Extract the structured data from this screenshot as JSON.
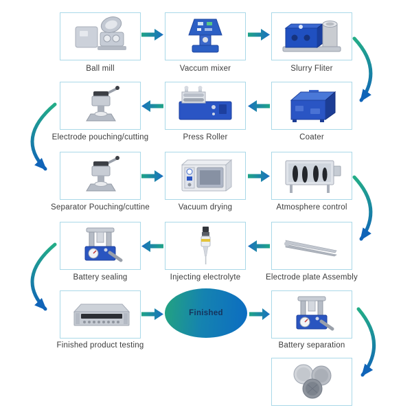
{
  "diagram": {
    "description": "Coin cell battery lab production process flow",
    "finished_label": "Finished"
  },
  "colors": {
    "box_border": "#a9d8e8",
    "label_text": "#3b3b3b",
    "arrow_teal": "#1fa487",
    "arrow_blue": "#1568bd",
    "blob_gradient_start": "#23a37f",
    "blob_gradient_end": "#0c6cc2",
    "blob_text": "#16335c"
  },
  "stations": [
    {
      "id": "ball-mill",
      "label": "Ball mill"
    },
    {
      "id": "vacuum-mixer",
      "label": "Vaccum mixer"
    },
    {
      "id": "slurry-filter",
      "label": "Slurry Fliter"
    },
    {
      "id": "electrode-punching-cutting",
      "label": "Electrode pouching/cutting"
    },
    {
      "id": "press-roller",
      "label": "Press Roller"
    },
    {
      "id": "coater",
      "label": "Coater"
    },
    {
      "id": "separator-punching-cutting",
      "label": "Separator Pouching/cuttine"
    },
    {
      "id": "vacuum-drying",
      "label": "Vacuum drying"
    },
    {
      "id": "atmosphere-control",
      "label": "Atmosphere control"
    },
    {
      "id": "battery-sealing",
      "label": "Battery sealing"
    },
    {
      "id": "injecting-electrolyte",
      "label": "Injecting electrolyte"
    },
    {
      "id": "electrode-plate-assembly",
      "label": "Electrode  plate Assembly"
    },
    {
      "id": "finished-product-testing",
      "label": "Finished product testing"
    },
    {
      "id": "battery-separation",
      "label": "Battery separation"
    },
    {
      "id": "coin-cell-parts",
      "label": ""
    }
  ],
  "flow": [
    {
      "from": "Ball mill",
      "to": "Vaccum mixer"
    },
    {
      "from": "Vaccum mixer",
      "to": "Slurry Fliter"
    },
    {
      "from": "Slurry Fliter",
      "to": "Coater"
    },
    {
      "from": "Coater",
      "to": "Press Roller"
    },
    {
      "from": "Press Roller",
      "to": "Electrode pouching/cutting"
    },
    {
      "from": "Electrode pouching/cutting",
      "to": "Separator Pouching/cuttine"
    },
    {
      "from": "Separator Pouching/cuttine",
      "to": "Vacuum drying"
    },
    {
      "from": "Vacuum drying",
      "to": "Atmosphere control"
    },
    {
      "from": "Atmosphere control",
      "to": "Electrode plate Assembly"
    },
    {
      "from": "Electrode plate Assembly",
      "to": "Injecting electrolyte"
    },
    {
      "from": "Injecting electrolyte",
      "to": "Battery sealing"
    },
    {
      "from": "Battery sealing",
      "to": "Finished product testing"
    },
    {
      "from": "Finished product testing",
      "to": "Finished"
    },
    {
      "from": "Finished",
      "to": "Battery separation"
    },
    {
      "from": "Battery separation",
      "to": "coin cell parts"
    }
  ]
}
